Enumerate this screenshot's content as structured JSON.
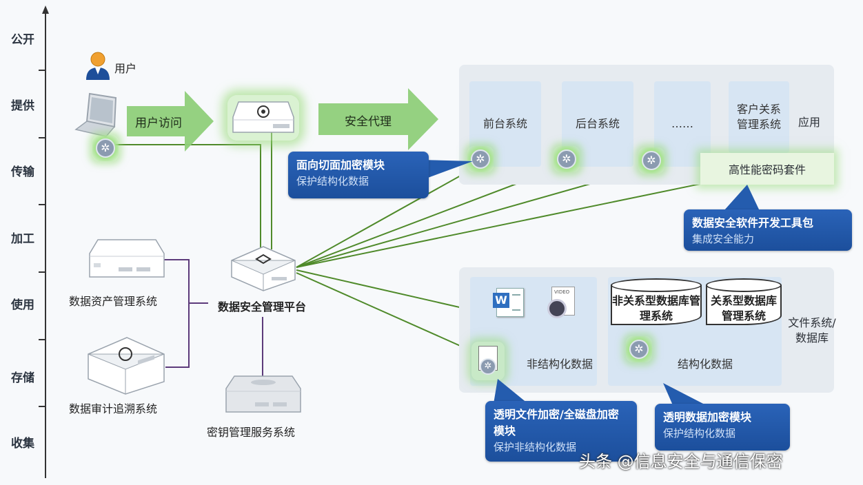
{
  "stages": [
    "公开",
    "提供",
    "传输",
    "加工",
    "使用",
    "存储",
    "收集"
  ],
  "user": {
    "label": "用户"
  },
  "arrows": {
    "user_access": "用户访问",
    "security_proxy": "安全代理"
  },
  "app_panel": {
    "systems": [
      "前台系统",
      "后台系统",
      "……",
      "客户关系管理系统"
    ],
    "side_label": "应用",
    "crypto_suite": "高性能密码套件"
  },
  "storage_panel": {
    "unstructured": "非结构化数据",
    "structured": "结构化数据",
    "nonrel_db": "非关系型数据库管理系统",
    "rel_db": "关系型数据库管理系统",
    "side_label": "文件系统/数据库",
    "word_icon": "W",
    "video_icon": "VIDEO"
  },
  "callouts": {
    "aspect": {
      "line1": "面向切面加密模块",
      "line2": "保护结构化数据"
    },
    "sdk": {
      "line1": "数据安全软件开发工具包",
      "line2": "集成安全能力"
    },
    "file": {
      "line1": "透明文件加密/全磁盘加密模块",
      "line2": "保护非结构化数据"
    },
    "db": {
      "line1": "透明数据加密模块",
      "line2": "保护结构化数据"
    }
  },
  "devices": {
    "asset": "数据资产管理系统",
    "audit": "数据审计追溯系统",
    "platform": "数据安全管理平台",
    "kms": "密钥管理服务系统"
  },
  "watermark": "头条 @信息安全与通信保密",
  "colors": {
    "callout": "#1f55a6",
    "arrow": "#8fcf7a",
    "line": "#4f8a2a",
    "purple": "#5c3a7a"
  }
}
